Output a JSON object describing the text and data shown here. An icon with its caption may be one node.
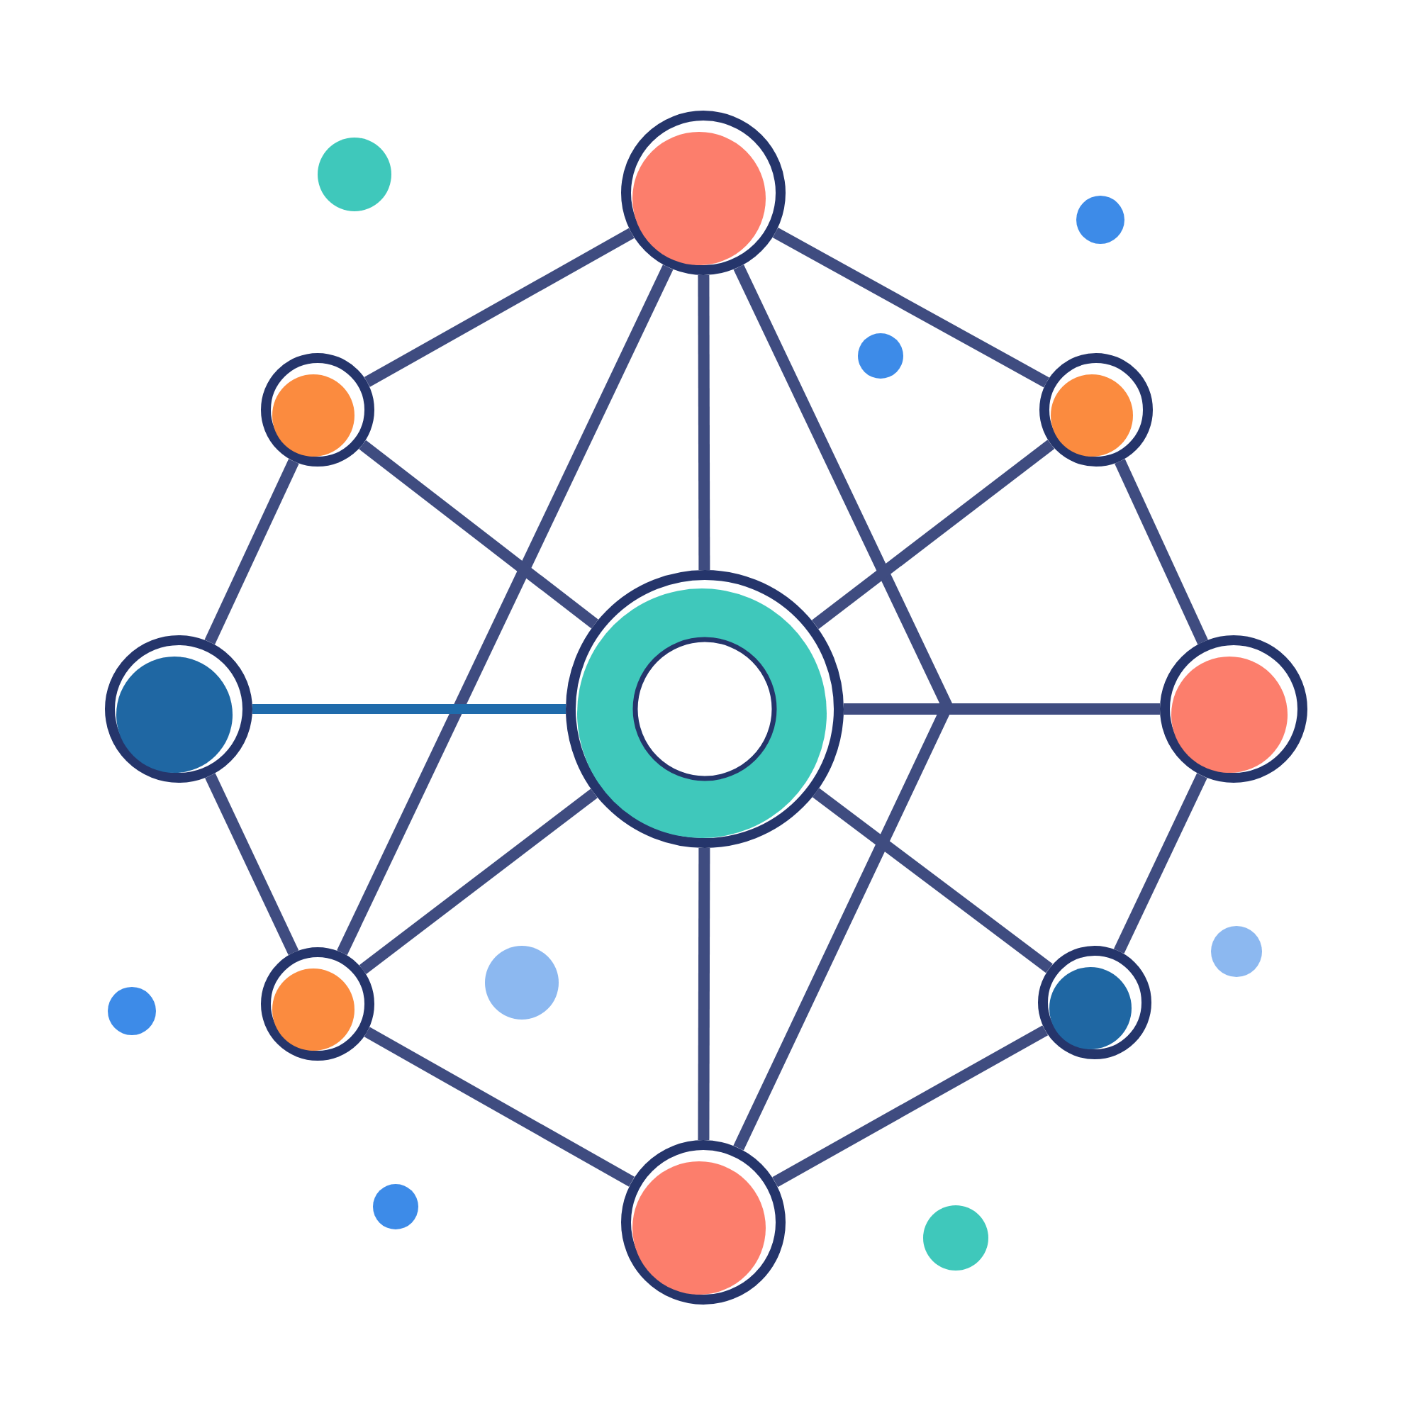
{
  "diagram": {
    "nodes": [
      {
        "text": [],
        "shape": "circle"
      },
      {
        "text": [],
        "shape": "circle"
      },
      {
        "text": [],
        "shape": "circle"
      },
      {
        "text": [],
        "shape": "circle"
      },
      {
        "text": [],
        "shape": "ring"
      },
      {
        "text": [],
        "shape": "circle"
      },
      {
        "text": [],
        "shape": "circle"
      },
      {
        "text": [],
        "shape": "circle"
      },
      {
        "text": [],
        "shape": "circle"
      },
      {
        "text": [],
        "shape": "dot"
      },
      {
        "text": [],
        "shape": "dot"
      },
      {
        "text": [],
        "shape": "dot"
      },
      {
        "text": [],
        "shape": "dot"
      },
      {
        "text": [],
        "shape": "dot"
      },
      {
        "text": [],
        "shape": "dot"
      },
      {
        "text": [],
        "shape": "dot"
      },
      {
        "text": [],
        "shape": "dot"
      }
    ],
    "edges": [
      {
        "from": 0,
        "to": 1,
        "arrow": "none"
      },
      {
        "from": 0,
        "to": 2,
        "arrow": "none"
      },
      {
        "from": 0,
        "to": 4,
        "arrow": "none"
      },
      {
        "from": 0,
        "to": 6,
        "arrow": "none"
      },
      {
        "from": 0,
        "to": 8,
        "arrow": "none"
      },
      {
        "from": 1,
        "to": 3,
        "arrow": "none"
      },
      {
        "from": 1,
        "to": 4,
        "arrow": "none"
      },
      {
        "from": 2,
        "to": 4,
        "arrow": "none"
      },
      {
        "from": 2,
        "to": 5,
        "arrow": "none"
      },
      {
        "from": 3,
        "to": 4,
        "arrow": "none",
        "color": "#1f6bab"
      },
      {
        "from": 4,
        "to": 5,
        "arrow": "none"
      },
      {
        "from": 3,
        "to": 6,
        "arrow": "none"
      },
      {
        "from": 4,
        "to": 6,
        "arrow": "none"
      },
      {
        "from": 4,
        "to": 7,
        "arrow": "none"
      },
      {
        "from": 5,
        "to": 7,
        "arrow": "none"
      },
      {
        "from": 4,
        "to": 8,
        "arrow": "none"
      },
      {
        "from": 6,
        "to": 8,
        "arrow": "none"
      },
      {
        "from": 7,
        "to": 8,
        "arrow": "none"
      }
    ]
  }
}
